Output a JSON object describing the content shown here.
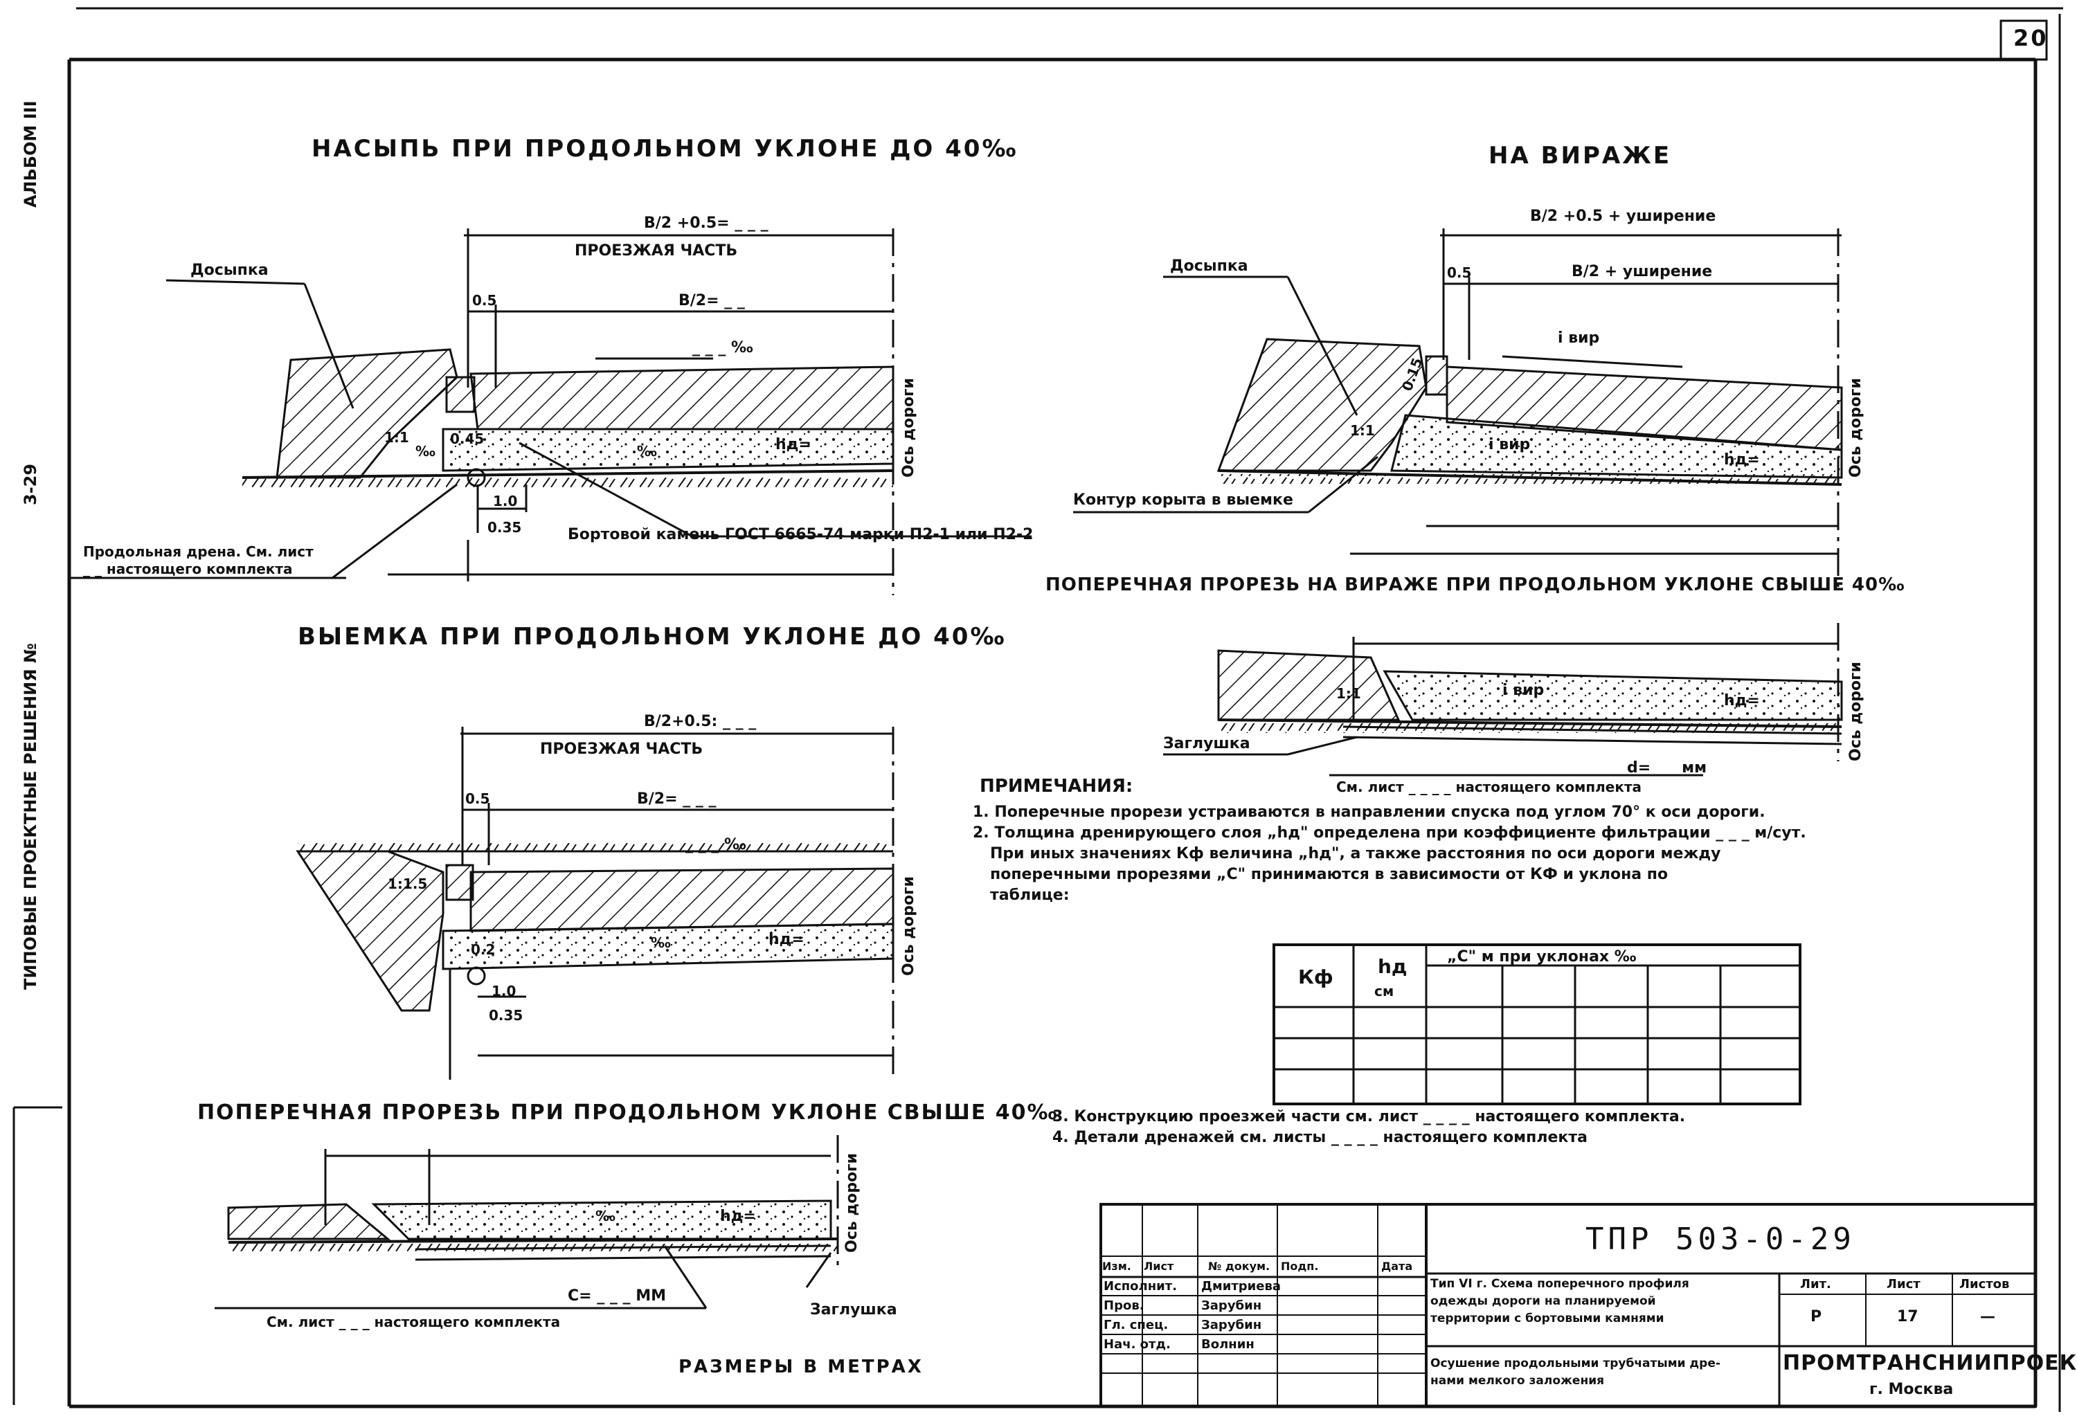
{
  "sheet": {
    "number": "20",
    "side_album": "АЛЬБОМ III",
    "side_series": "ТИПОВЫЕ ПРОЕКТНЫЕ РЕШЕНИЯ №",
    "side_code": "3-29"
  },
  "sections": {
    "embankment": {
      "title": "НАСЫПЬ ПРИ ПРОДОЛЬНОМ УКЛОНЕ ДО 40‰",
      "dim_top": "В/2 +0.5= _ _ _",
      "carriageway": "ПРОЕЗЖАЯ ЧАСТЬ",
      "dim_half": "В/2= _ _",
      "dim_05": "0.5",
      "slope_main": "_ _ _ ‰",
      "slope_small": "‰",
      "slope_drain": "‰",
      "dim_045": "0.45",
      "hd": "hд=",
      "dim_10": "1.0",
      "dim_035": "0.35",
      "ratio": "1:1",
      "backfill": "Досыпка",
      "axis": "Ось дороги",
      "curb": "Бортовой камень ГОСТ 6665-74 марки П2-1 или П2-2",
      "drain_line1": "Продольная дрена. См. лист",
      "drain_line2": "_ _ настоящего комплекта"
    },
    "curve": {
      "title": "НА ВИРАЖЕ",
      "dim_top": "В/2 +0.5 + уширение",
      "dim_half": "В/2 + уширение",
      "dim_05": "0.5",
      "dim_015": "0.15",
      "i_top": "i вир",
      "i_bottom": "i вир",
      "hd": "hд=",
      "ratio": "1:1",
      "backfill": "Досыпка",
      "axis": "Ось дороги",
      "contour": "Контур корыта в выемке"
    },
    "cross_curve": {
      "title": "ПОПЕРЕЧНАЯ ПРОРЕЗЬ НА ВИРАЖЕ ПРИ ПРОДОЛЬНОМ УКЛОНЕ СВЫШЕ 40‰",
      "i_label": "i вир",
      "hd": "hд=",
      "ratio": "1:1",
      "plug": "Заглушка",
      "dim_d": "d= _ _ мм",
      "ref": "См. лист _ _ _ _ настоящего комплекта",
      "axis": "Ось дороги"
    },
    "cut": {
      "title": "ВЫЕМКА ПРИ ПРОДОЛЬНОМ УКЛОНЕ ДО 40‰",
      "dim_top": "В/2+0.5: _ _ _",
      "carriageway": "ПРОЕЗЖАЯ ЧАСТЬ",
      "dim_half": "В/2= _ _ _",
      "dim_05": "0.5",
      "slope_main": "_ _ _ ‰",
      "slope_drain": "‰",
      "dim_02": "0.2",
      "hd": "hд=",
      "dim_10": "1.0",
      "dim_035": "0.35",
      "ratio": "1:1.5",
      "axis": "Ось дороги"
    },
    "cross_long": {
      "title": "ПОПЕРЕЧНАЯ ПРОРЕЗЬ ПРИ ПРОДОЛЬНОМ УКЛОНЕ СВЫШЕ 40‰",
      "slope": "‰",
      "hd": "hд=",
      "dim_c": "С= _ _ _ ММ",
      "ref": "См. лист _ _ _ настоящего комплекта",
      "plug": "Заглушка",
      "axis": "Ось дороги",
      "units": "РАЗМЕРЫ В МЕТРАХ"
    }
  },
  "notes": {
    "header": "ПРИМЕЧАНИЯ:",
    "n1": "1. Поперечные прорези устраиваются в направлении спуска под углом 70° к оси дороги.",
    "n2a": "2. Толщина дренирующего слоя „hд\" определена при коэффициенте фильтрации _ _ _ м/сут.",
    "n2b": "При иных значениях  Кф  величина „hд\", а также расстояния по оси дороги между",
    "n2c": "поперечными прорезями „С\" принимаются в зависимости от КФ и уклона по",
    "n2d": "таблице:",
    "n3": "3. Конструкцию проезжей части  см. лист _ _ _ _  настоящего комплекта.",
    "n4": "4. Детали дренажей см. листы _ _ _ _  настоящего комплекта"
  },
  "table": {
    "col1": "Кф",
    "col2a": "hд",
    "col2b": "см",
    "col3": "„С\" м  при уклонах  ‰"
  },
  "stamp": {
    "code": "ТПР 503-0-29",
    "h_izm": "Изм.",
    "h_list": "Лист",
    "h_doc": "№ докум.",
    "h_sign": "Подп.",
    "h_date": "Дата",
    "r1_role": "Исполнит.",
    "r1_name": "Дмитриева",
    "r2_role": "Пров.",
    "r2_name": "Зарубин",
    "r3_role": "Гл. спец.",
    "r3_name": "Зарубин",
    "r4_role": "Нач. отд.",
    "r4_name": "Волнин",
    "desc1a": "Тип VI г. Схема поперечного профиля",
    "desc1b": "одежды дороги на планируемой",
    "desc1c": "территории с бортовыми камнями",
    "desc2a": "Осушение продольными трубчатыми дре-",
    "desc2b": "нами мелкого заложения",
    "lit_h": "Лит.",
    "sheet_h": "Лист",
    "sheets_h": "Листов",
    "lit": "Р",
    "sheet": "17",
    "sheets": "—",
    "org": "ПРОМТРАНСНИИПРОЕКТ",
    "city": "г. Москва"
  }
}
